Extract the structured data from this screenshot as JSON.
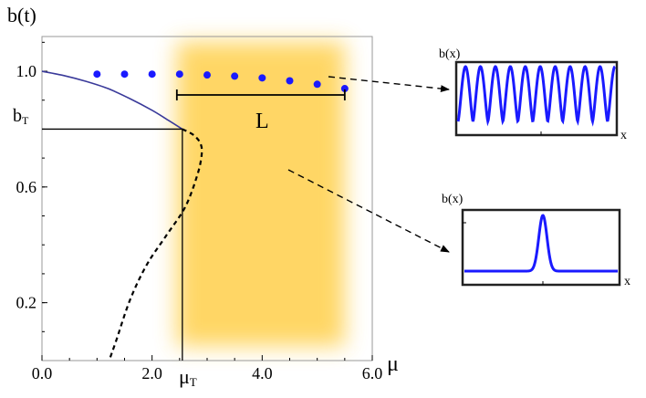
{
  "chart_data": {
    "type": "scatter",
    "xlabel": "μ",
    "ylabel": "b(t)",
    "xlim": [
      0.0,
      6.0
    ],
    "ylim": [
      0.0,
      1.12
    ],
    "x_tick_labels": [
      "0.0",
      "2.0",
      "4.0",
      "6.0"
    ],
    "y_tick_labels": [
      "0.2",
      "0.6",
      "1.0"
    ],
    "x_ticks": [
      0.0,
      2.0,
      4.0,
      6.0
    ],
    "y_ticks": [
      0.2,
      0.6,
      1.0
    ],
    "series": [
      {
        "style": "solid",
        "color": "#3a3a9a",
        "points": [
          [
            0.0,
            1.0
          ],
          [
            0.4,
            0.985
          ],
          [
            0.8,
            0.965
          ],
          [
            1.2,
            0.94
          ],
          [
            1.6,
            0.905
          ],
          [
            2.0,
            0.865
          ],
          [
            2.3,
            0.83
          ],
          [
            2.55,
            0.8
          ]
        ]
      },
      {
        "style": "dashed",
        "color": "#000000",
        "points": [
          [
            2.55,
            0.8
          ],
          [
            2.75,
            0.78
          ],
          [
            2.88,
            0.75
          ],
          [
            2.9,
            0.71
          ],
          [
            2.82,
            0.64
          ],
          [
            2.6,
            0.53
          ],
          [
            2.25,
            0.43
          ],
          [
            1.9,
            0.33
          ],
          [
            1.6,
            0.21
          ],
          [
            1.35,
            0.07
          ],
          [
            1.22,
            0.0
          ]
        ]
      },
      {
        "style": "dots",
        "color": "#1a1aff",
        "points": [
          [
            1.0,
            0.99
          ],
          [
            1.5,
            0.99
          ],
          [
            2.0,
            0.99
          ],
          [
            2.5,
            0.99
          ],
          [
            3.0,
            0.987
          ],
          [
            3.5,
            0.983
          ],
          [
            4.0,
            0.977
          ],
          [
            4.5,
            0.967
          ],
          [
            5.0,
            0.955
          ],
          [
            5.5,
            0.94
          ]
        ]
      }
    ],
    "threshold": {
      "mu": 2.55,
      "b": 0.8,
      "mu_label": "μ",
      "mu_subscript": "T",
      "b_label": "b",
      "b_subscript": "T"
    },
    "shaded_region": {
      "from": 2.45,
      "to": 5.5,
      "color": "#ffc933"
    },
    "interval": {
      "from": 2.45,
      "to": 5.5,
      "label": "L"
    },
    "insets": [
      {
        "ylabel": "b(x)",
        "xlabel": "x",
        "profile": "periodic",
        "peaks": 11
      },
      {
        "ylabel": "b(x)",
        "xlabel": "x",
        "profile": "single-peak",
        "peaks": 1
      }
    ]
  }
}
